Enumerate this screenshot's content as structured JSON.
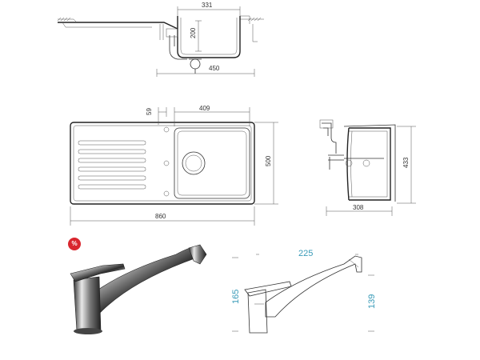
{
  "colors": {
    "badge": "#d9262e",
    "dimension_blue": "#3a9bb8",
    "line": "#333333"
  },
  "badge_symbol": "%",
  "top_section_view": {
    "bowl_width": "331",
    "bowl_depth": "200",
    "overall_width": "450"
  },
  "plan_view": {
    "tap_hole_offset": "59",
    "bowl_width": "409",
    "overall_depth": "500",
    "overall_length": "860"
  },
  "side_view": {
    "depth": "433",
    "width": "308"
  },
  "tap": {
    "reach": "225",
    "height": "165",
    "spout_height": "139"
  }
}
